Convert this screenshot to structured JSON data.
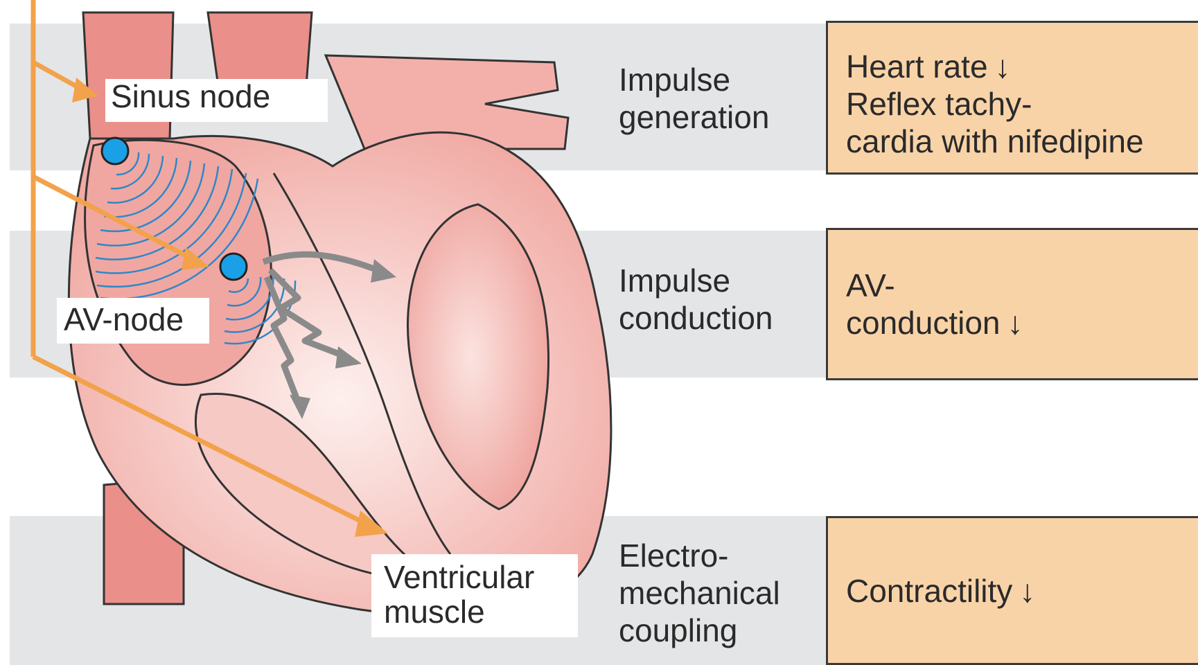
{
  "labels": {
    "sinus_node": "Sinus node",
    "av_node": "AV-node",
    "ventricular_muscle": [
      "Ventricular",
      "muscle"
    ]
  },
  "mechanisms": [
    [
      "Impulse",
      "generation"
    ],
    [
      "Impulse",
      "conduction"
    ],
    [
      "Electro-",
      "mechanical",
      "coupling"
    ]
  ],
  "effects": [
    {
      "lines": [
        "Heart rate",
        "Reflex tachy-",
        "cardia with nifedipine"
      ]
    },
    {
      "lines": [
        "AV-",
        "conduction"
      ]
    },
    {
      "lines": [
        "Contractility"
      ]
    }
  ],
  "down_arrow": "↓",
  "colors": {
    "band": "#e4e5e7",
    "effect_box": "#f9d3a8",
    "heart_fill": "#f4b7b0",
    "heart_dark": "#e98a86",
    "nodes": "#1aa0e6",
    "signal_arrows": "#f2a24a",
    "waves": "#2f87c9",
    "conduction_arrows": "#8a8a8a"
  }
}
